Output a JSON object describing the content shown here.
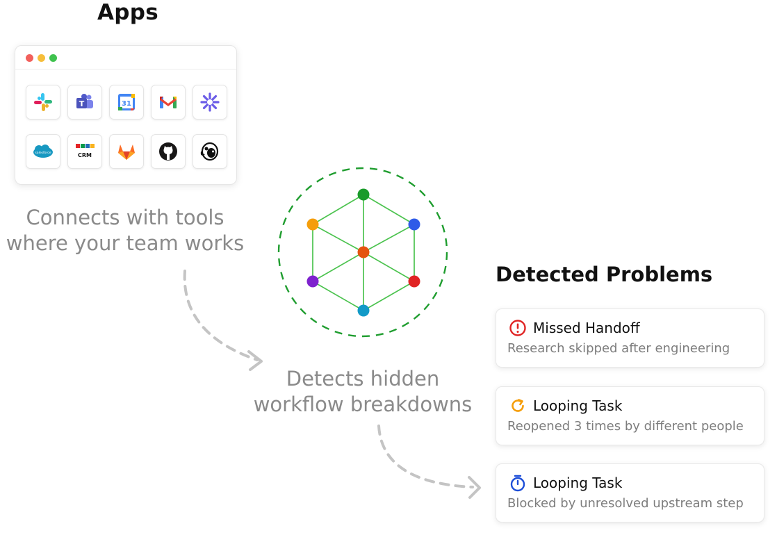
{
  "apps": {
    "title": "Apps",
    "icons": [
      {
        "name": "slack-icon"
      },
      {
        "name": "microsoft-teams-icon"
      },
      {
        "name": "google-calendar-icon",
        "text": "31"
      },
      {
        "name": "gmail-icon"
      },
      {
        "name": "asterisk-app-icon"
      },
      {
        "name": "salesforce-icon",
        "text": "salesforce"
      },
      {
        "name": "zoho-crm-icon",
        "text": "CRM"
      },
      {
        "name": "gitlab-icon"
      },
      {
        "name": "github-icon"
      },
      {
        "name": "mailchimp-icon"
      }
    ]
  },
  "captions": {
    "connects_line1": "Connects with tools",
    "connects_line2": "where your team works",
    "detects_line1": "Detects hidden",
    "detects_line2": "workflow breakdowns"
  },
  "problems": {
    "title": "Detected Problems",
    "items": [
      {
        "icon": "alert-circle-icon",
        "color": "#e02424",
        "title": "Missed Handoff",
        "subtitle": "Research skipped after engineering"
      },
      {
        "icon": "refresh-icon",
        "color": "#f59e0b",
        "title": "Looping Task",
        "subtitle": "Reopened 3 times by different people"
      },
      {
        "icon": "stopwatch-icon",
        "color": "#1d4ed8",
        "title": "Looping Task",
        "subtitle": "Blocked by unresolved upstream step"
      }
    ]
  },
  "graph": {
    "accent": "#2db33a",
    "node_colors": [
      "#1a9b2a",
      "#2f5be8",
      "#e02424",
      "#129ac7",
      "#7e22ce",
      "#f59e0b",
      "#e5540f"
    ]
  }
}
